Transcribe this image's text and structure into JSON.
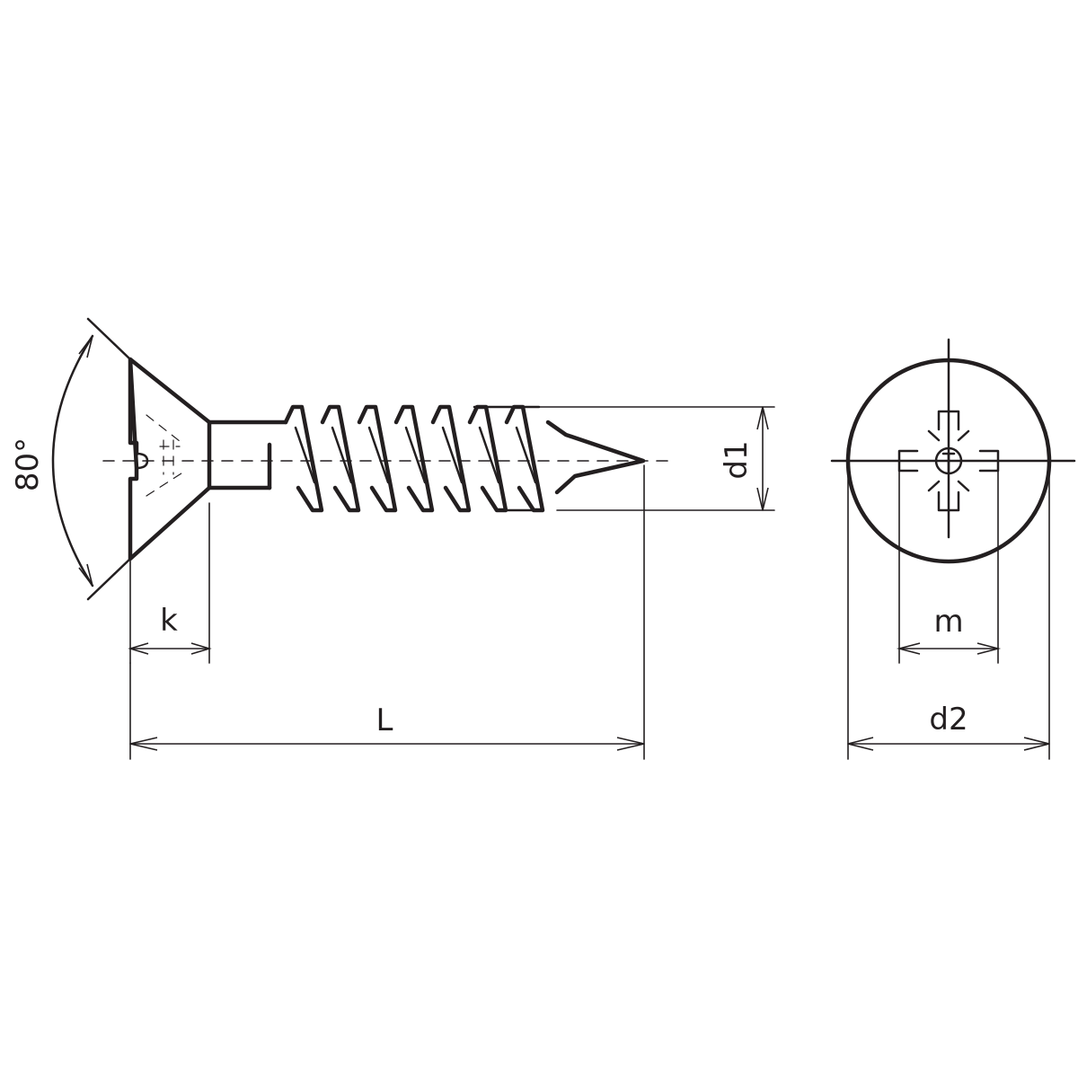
{
  "labels": {
    "angle": "80°",
    "head_height": "k",
    "length": "L",
    "thread_diameter": "d1",
    "recess_width": "m",
    "head_diameter": "d2"
  },
  "colors": {
    "line": "#231f20",
    "background": "#ffffff"
  }
}
